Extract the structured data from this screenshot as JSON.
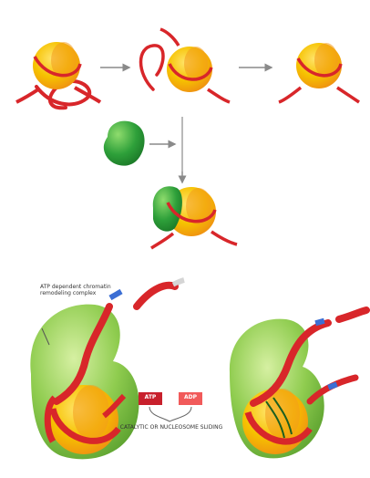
{
  "top_row": {
    "label_1": "",
    "label_2": "",
    "label_3": ""
  },
  "middle": {
    "protein_label": "",
    "atp_label": "",
    "binding_site_label": ""
  },
  "bottom": {
    "complex_label": "ATP dependent chromatin remodeling complex",
    "atp_box_1": "ATP",
    "atp_box_2": "ADP",
    "catalytic_label": "CATALYTIC OR NUCLEOSOME SLIDING"
  },
  "colors": {
    "histone_yellow": "#f6c200",
    "histone_orange": "#f39a1e",
    "dna_red": "#d8262a",
    "protein_green": "#3aa83c",
    "complex_green": "#7cc242",
    "box_red": "#c8202c",
    "arrow_gray": "#8a8a8a"
  }
}
